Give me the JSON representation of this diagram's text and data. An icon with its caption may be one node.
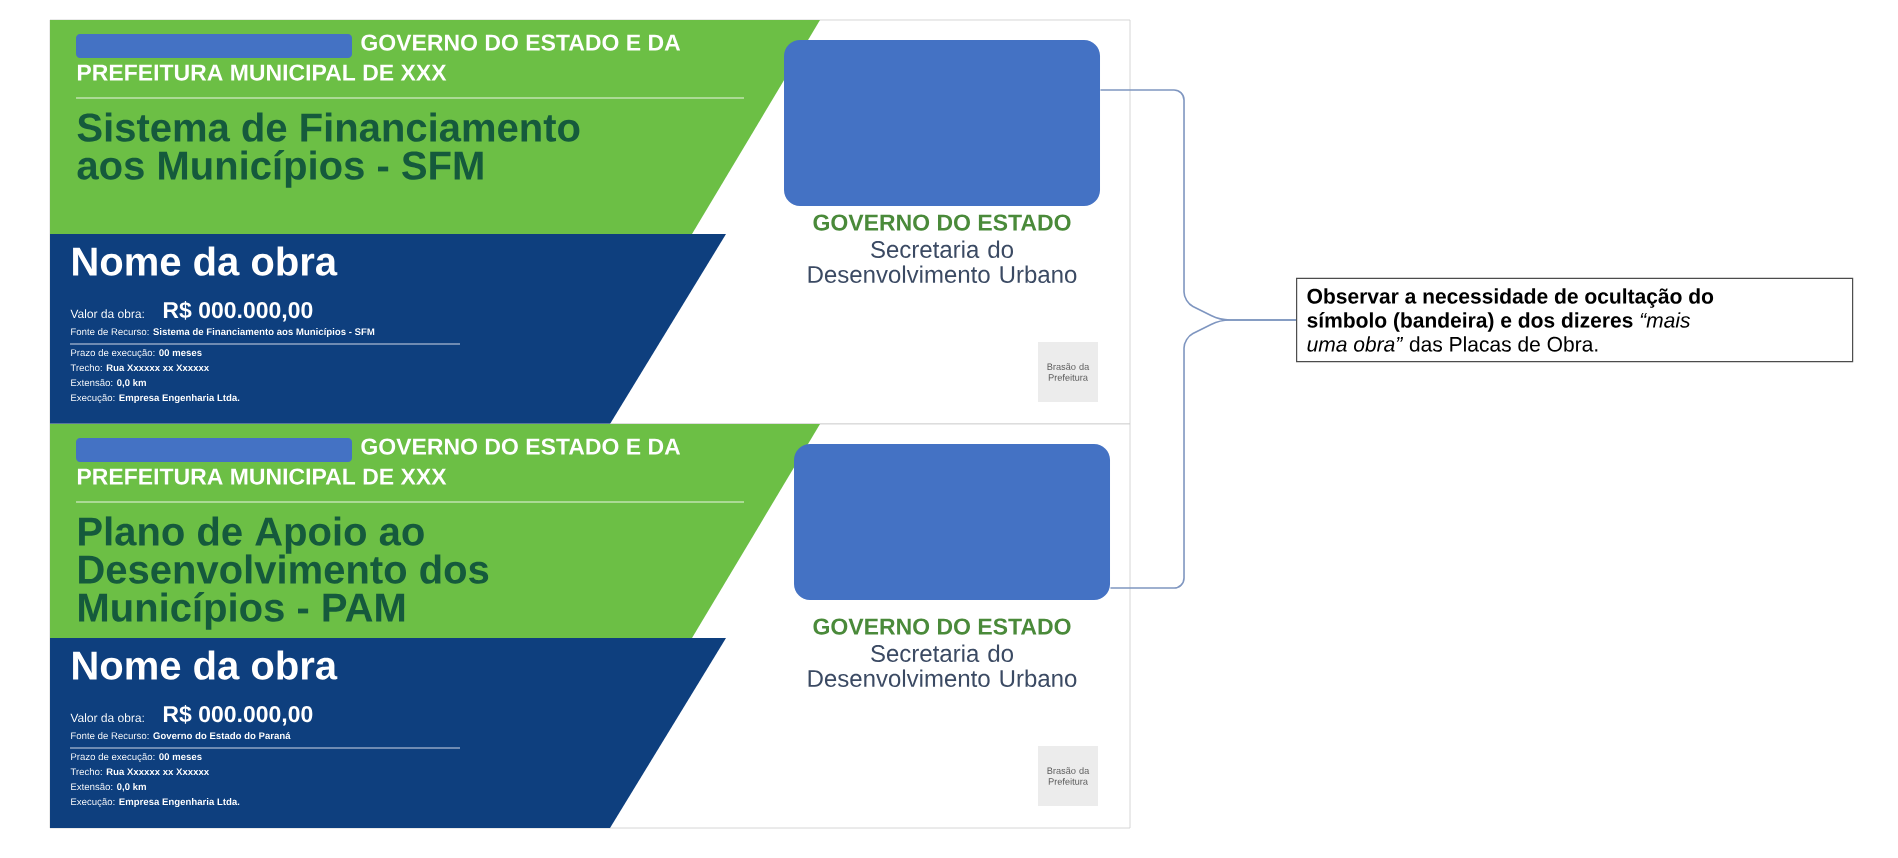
{
  "diagram": {
    "nodes": [
      {
        "text": [
          "GOVERNO DO ESTADO",
          "Secretaria do Desenvolvimento Urbano"
        ]
      },
      {
        "text": [
          "GOVERNO DO ESTADO E DA PREFEITURA MUNICIPAL DE XXX",
          "Sistema de Financiamento aos Municípios - SFM"
        ],
        "in": 0
      },
      {
        "text": [
          "Nome da obra",
          "Valor da obra:",
          "R$ 000.000,00",
          "Fonte de Recurso: **Sistema de Financiamento aos Municípios - SFM**",
          "Prazo de execução: **00 meses**",
          "Trecho: **Rua Xxxxxx xx Xxxxxx**",
          "Extensão: **0,0 km**",
          "Execução: **Empresa Engenharia Ltda.**"
        ],
        "in": 0
      },
      {
        "text": [],
        "shape": "box",
        "in": 0
      },
      {
        "text": [
          "Brasão da Prefeitura"
        ],
        "in": 0
      },
      {
        "text": [
          "GOVERNO DO ESTADO",
          "Secretaria do Desenvolvimento Urbano"
        ]
      },
      {
        "text": [
          "GOVERNO DO ESTADO E DA PREFEITURA MUNICIPAL DE XXX",
          "Plano de Apoio ao Desenvolvimento dos Municípios - PAM"
        ],
        "in": 5
      },
      {
        "text": [
          "Nome da obra",
          "Valor da obra:",
          "R$ 000.000,00",
          "Fonte de Recurso: **Governo do Estado do Paraná**",
          "Prazo de execução: **00 meses**",
          "Trecho: **Rua Xxxxxx xx Xxxxxx**",
          "Extensão: **0,0 km**",
          "Execução: **Empresa Engenharia Ltda.**"
        ],
        "in": 5
      },
      {
        "text": [],
        "shape": "box",
        "in": 5
      },
      {
        "text": [
          "Brasão da Prefeitura"
        ],
        "in": 5
      },
      {
        "text": [
          "**Observar a necessidade de ocultação do símbolo (bandeira) e dos dizeres** *“mais uma obra”* das Placas de Obra."
        ]
      }
    ],
    "edges": [
      {
        "from": 3,
        "to": 10,
        "arrow": "none"
      },
      {
        "from": 8,
        "to": 10,
        "arrow": "none"
      }
    ]
  }
}
